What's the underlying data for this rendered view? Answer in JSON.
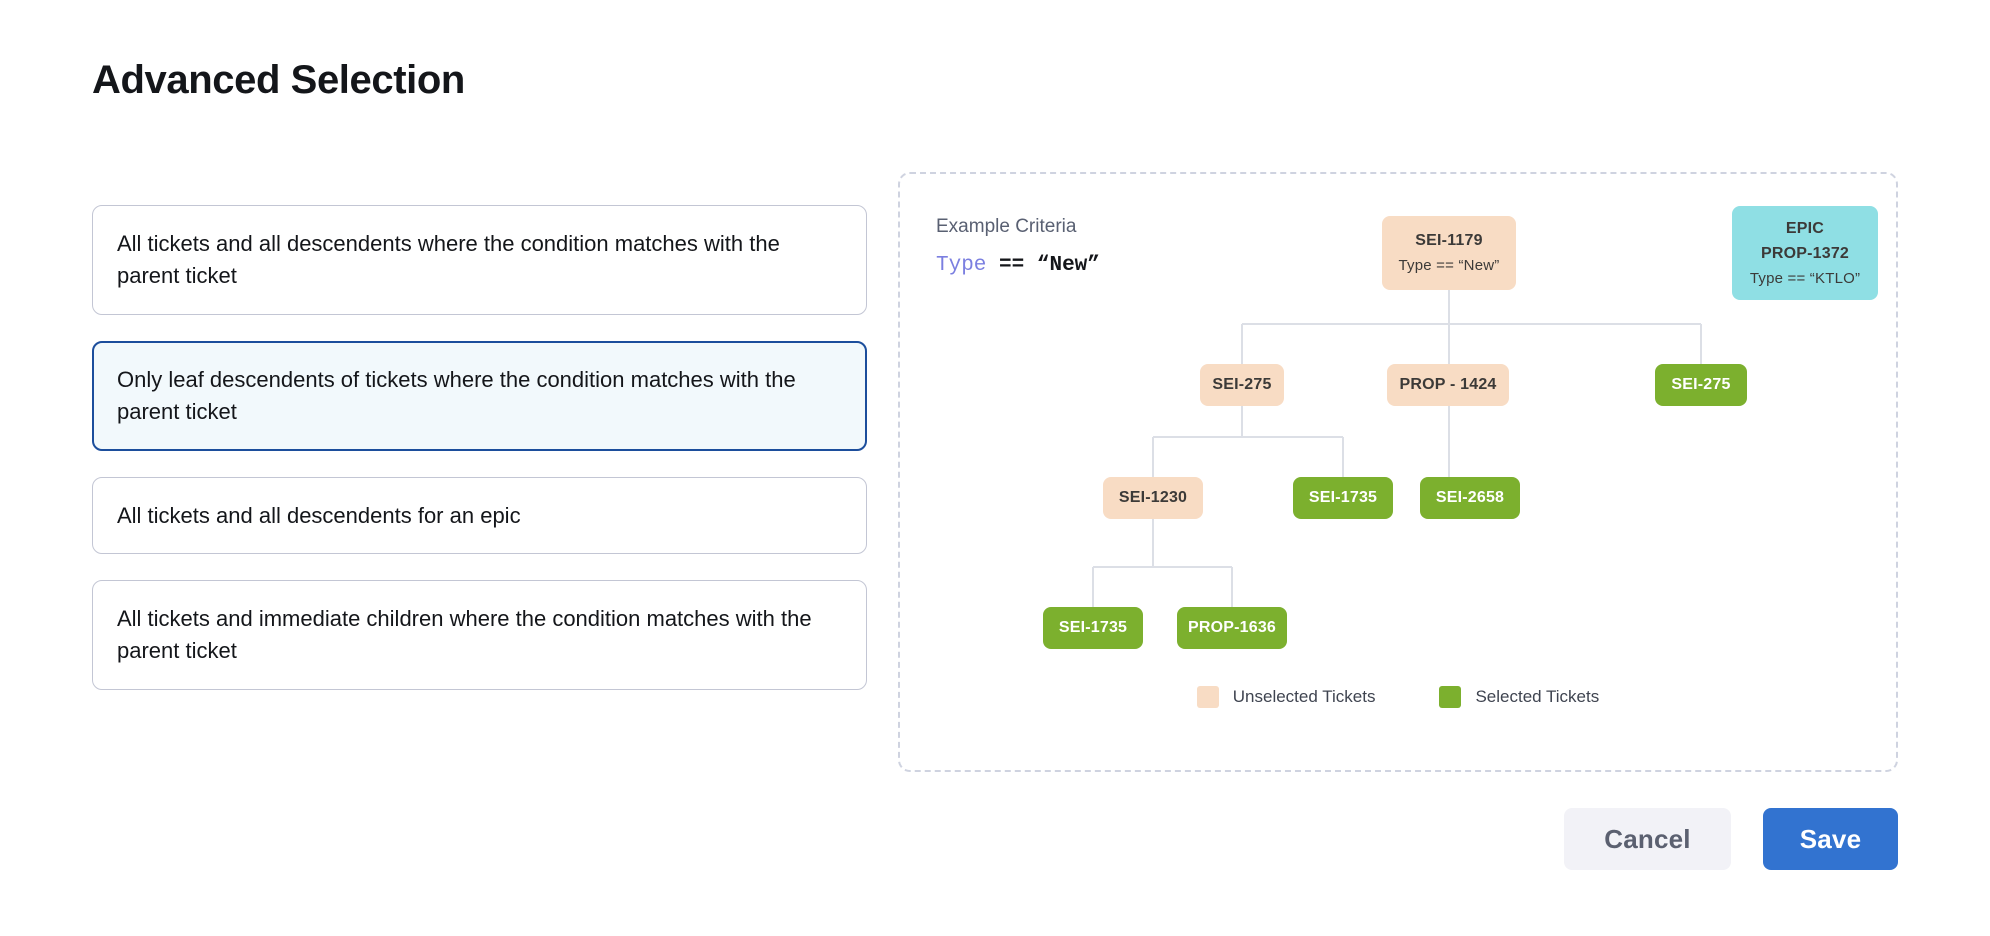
{
  "page": {
    "title": "Advanced Selection"
  },
  "options": [
    {
      "label": "All tickets and all descendents where the condition matches with the parent ticket",
      "selected": false
    },
    {
      "label": "Only leaf descendents of tickets where the condition matches with the parent ticket",
      "selected": true
    },
    {
      "label": "All tickets and all descendents for an epic",
      "selected": false
    },
    {
      "label": "All tickets and immediate children where the condition matches with the parent ticket",
      "selected": false
    }
  ],
  "diagram": {
    "criteria_label": "Example Criteria",
    "criteria_keyword": "Type",
    "criteria_operator": "==",
    "criteria_value": "“New”",
    "nodes": {
      "root": {
        "id": "SEI-1179",
        "detail": "Type == “New”",
        "state": "unselected"
      },
      "epic": {
        "kind": "EPIC",
        "id": "PROP-1372",
        "detail": "Type == “KTLO”",
        "state": "epic"
      },
      "r2a": {
        "id": "SEI-275",
        "state": "unselected"
      },
      "r2b": {
        "id": "PROP - 1424",
        "state": "unselected"
      },
      "r2c": {
        "id": "SEI-275",
        "state": "selected"
      },
      "r3a": {
        "id": "SEI-1230",
        "state": "unselected"
      },
      "r3b": {
        "id": "SEI-1735",
        "state": "selected"
      },
      "r3c": {
        "id": "SEI-2658",
        "state": "selected"
      },
      "r4a": {
        "id": "SEI-1735",
        "state": "selected"
      },
      "r4b": {
        "id": "PROP-1636",
        "state": "selected"
      }
    },
    "legend": [
      {
        "label": "Unselected Tickets",
        "color": "#f8dcc4"
      },
      {
        "label": "Selected Tickets",
        "color": "#7cb02e"
      }
    ]
  },
  "footer": {
    "cancel_label": "Cancel",
    "save_label": "Save"
  },
  "colors": {
    "unselected": "#f8dcc4",
    "selected": "#7cb02e",
    "epic": "#8fdfe4",
    "accent_blue": "#3273d0",
    "selected_option_border": "#1c4e9c",
    "selected_option_bg": "#f2f9fc",
    "keyword_purple": "#7b7fe0",
    "connector": "#dcdfe6"
  }
}
